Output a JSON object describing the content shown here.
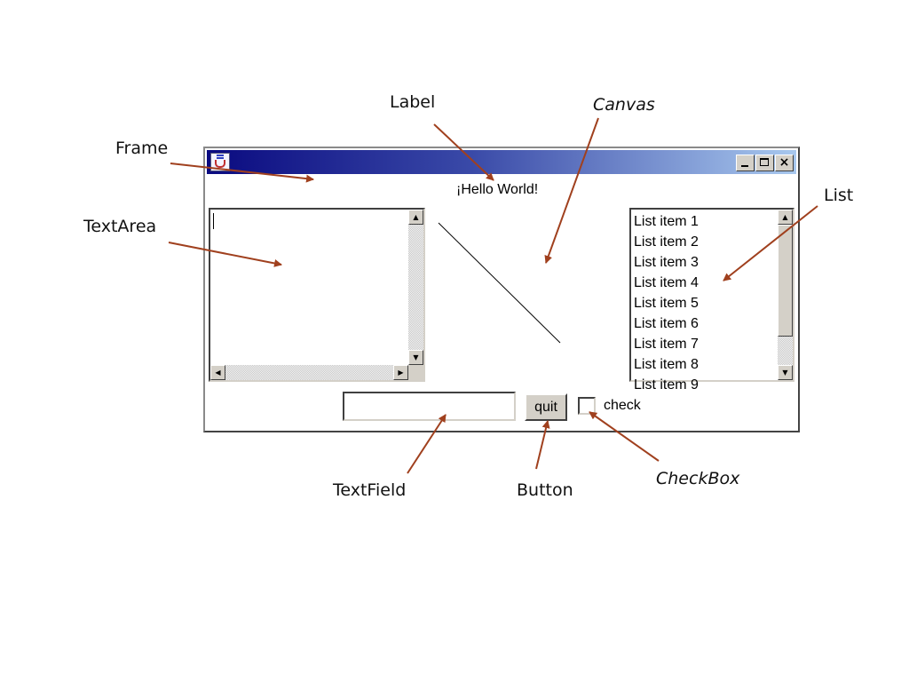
{
  "annotations": {
    "label": "Label",
    "canvas": "Canvas",
    "frame": "Frame",
    "list": "List",
    "textarea": "TextArea",
    "textfield": "TextField",
    "button": "Button",
    "checkbox": "CheckBox"
  },
  "window": {
    "label_text": "¡Hello World!",
    "list_items": [
      "List item 1",
      "List item 2",
      "List item 3",
      "List item 4",
      "List item 5",
      "List item 6",
      "List item 7",
      "List item 8",
      "List item 9"
    ],
    "textfield_value": "",
    "button_label": "quit",
    "checkbox_label": "check",
    "checkbox_checked": false
  },
  "colors": {
    "arrow": "#a0401e",
    "titlebar_start": "#0a0a80",
    "titlebar_end": "#a8c8ee"
  }
}
